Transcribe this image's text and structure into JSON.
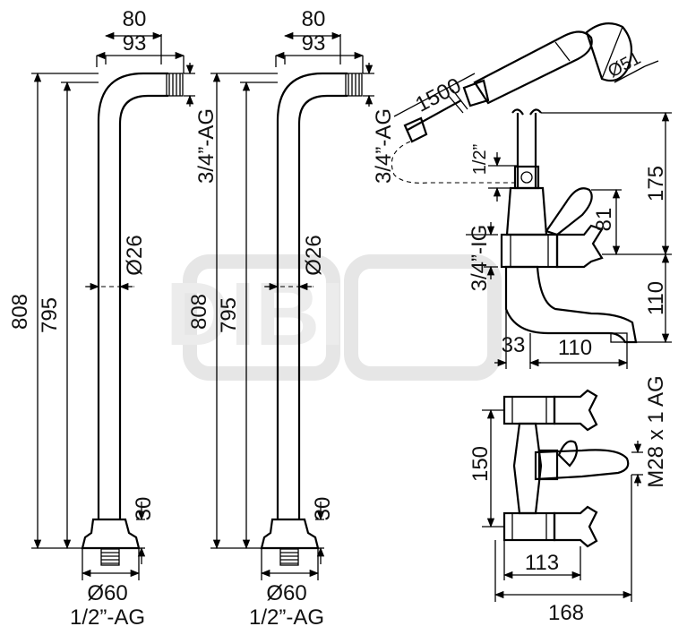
{
  "watermark": {
    "text": "DIBI"
  },
  "pipe_left": {
    "top_width_outer": "80",
    "top_width_inner": "93",
    "thread_top": "3/4”-AG",
    "height_total": "808",
    "height_inner": "795",
    "diameter": "Ø26",
    "foot_height": "30",
    "foot_diameter": "Ø60",
    "thread_bottom": "1/2”-AG"
  },
  "pipe_right": {
    "top_width_outer": "80",
    "top_width_inner": "93",
    "thread_top": "3/4”-AG",
    "height_total": "808",
    "height_inner": "795",
    "diameter": "Ø26",
    "foot_height": "30",
    "foot_diameter": "Ø60",
    "thread_bottom": "1/2”-AG"
  },
  "mixer": {
    "hose_length": "1500",
    "shower_diameter": "Ø51",
    "hose_thread": "1/2”",
    "inlet_thread": "3/4”-IG",
    "height_top": "175",
    "height_lever": "81",
    "height_spout": "110",
    "depth_body": "33",
    "spout_reach": "110",
    "outlet_thread": "M28 x 1 AG",
    "center_distance": "150",
    "width_inner": "113",
    "width_total": "168"
  }
}
